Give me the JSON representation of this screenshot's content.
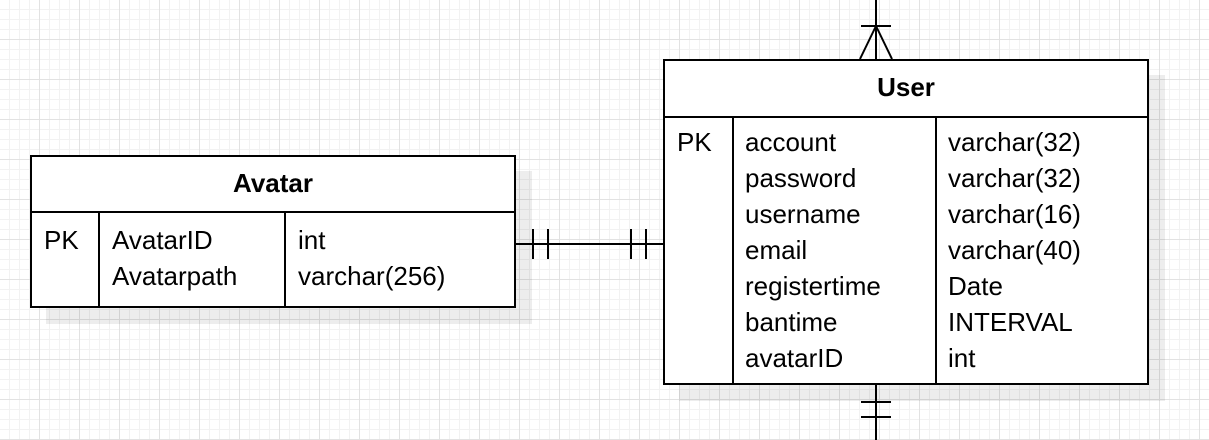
{
  "entities": {
    "avatar": {
      "title": "Avatar",
      "key_label": "PK",
      "fields": [
        {
          "name": "AvatarID",
          "type": "int"
        },
        {
          "name": "Avatarpath",
          "type": "varchar(256)"
        }
      ]
    },
    "user": {
      "title": "User",
      "key_label": "PK",
      "fields": [
        {
          "name": "account",
          "type": "varchar(32)"
        },
        {
          "name": "password",
          "type": "varchar(32)"
        },
        {
          "name": "username",
          "type": "varchar(16)"
        },
        {
          "name": "email",
          "type": "varchar(40)"
        },
        {
          "name": "registertime",
          "type": "Date"
        },
        {
          "name": "bantime",
          "type": "INTERVAL"
        },
        {
          "name": "avatarID",
          "type": "int"
        }
      ]
    }
  },
  "relationships": [
    {
      "from": "Avatar",
      "to": "User",
      "from_cardinality": "exactly-one",
      "to_cardinality": "exactly-one"
    },
    {
      "from": "User",
      "side": "top",
      "cardinality": "one-or-many"
    },
    {
      "from": "User",
      "side": "bottom",
      "cardinality": "exactly-one"
    }
  ],
  "colors": {
    "stroke": "#000000",
    "grid": "#e2e2e2",
    "background": "#ffffff"
  }
}
